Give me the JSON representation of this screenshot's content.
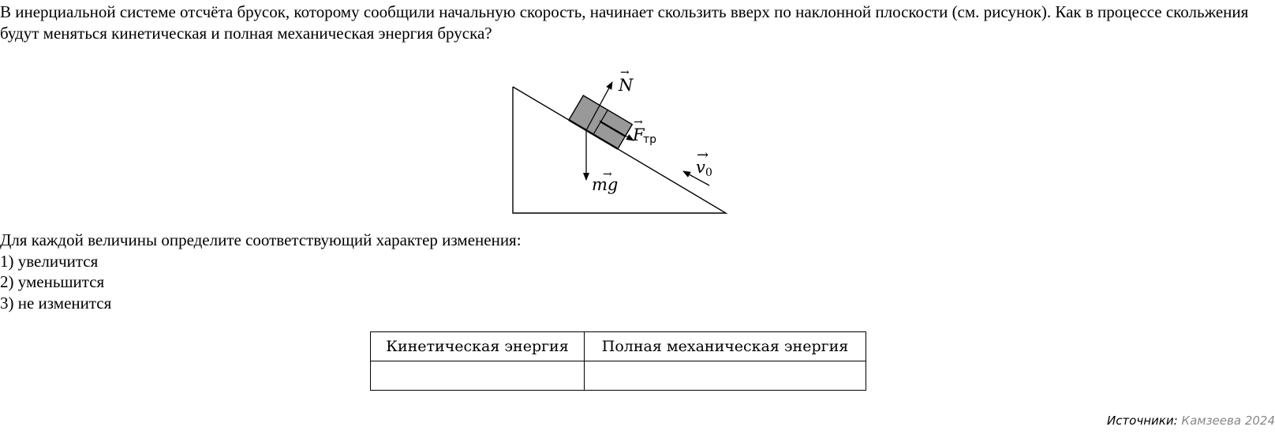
{
  "question": {
    "text": "В инерциальной системе отсчёта брусок, которому сообщили начальную скорость, начинает скользить вверх по наклонной плоскости (см. рисунок). Как в процессе скольжения будут меняться кинетическая и полная механическая энергия бруска?"
  },
  "figure": {
    "labels": {
      "normal_force": "N",
      "friction_force": "F",
      "friction_subscript": "тр",
      "gravity": "mg",
      "velocity": "v",
      "velocity_subscript": "0"
    },
    "colors": {
      "block_fill": "#999999",
      "stroke": "#000000"
    }
  },
  "prompt": {
    "instruction": "Для каждой величины определите соответствующий характер изменения:",
    "options": [
      "1) увеличится",
      "2) уменьшится",
      "3) не изменится"
    ]
  },
  "answer_table": {
    "headers": [
      "Кинетическая энергия",
      "Полная механическая энергия"
    ],
    "values": [
      "",
      ""
    ]
  },
  "source": {
    "label": "Источники:",
    "value": "Камзеева 2024"
  }
}
